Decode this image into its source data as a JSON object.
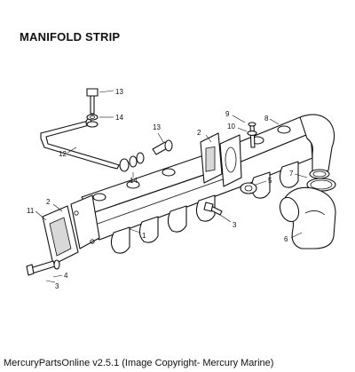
{
  "title": "MANIFOLD STRIP",
  "footer": "MercuryPartsOnline v2.5.1 (Image Copyright- Mercury Marine)",
  "callouts": {
    "c1": "1",
    "c2a": "2",
    "c2b": "2",
    "c3a": "3",
    "c3b": "3",
    "c4": "4",
    "c5": "5",
    "c6": "6",
    "c7": "7",
    "c8": "8",
    "c9": "9",
    "c10": "10",
    "c11": "11",
    "c12": "12",
    "c13a": "13",
    "c13b": "13",
    "c14a": "14",
    "c14b": "14"
  }
}
